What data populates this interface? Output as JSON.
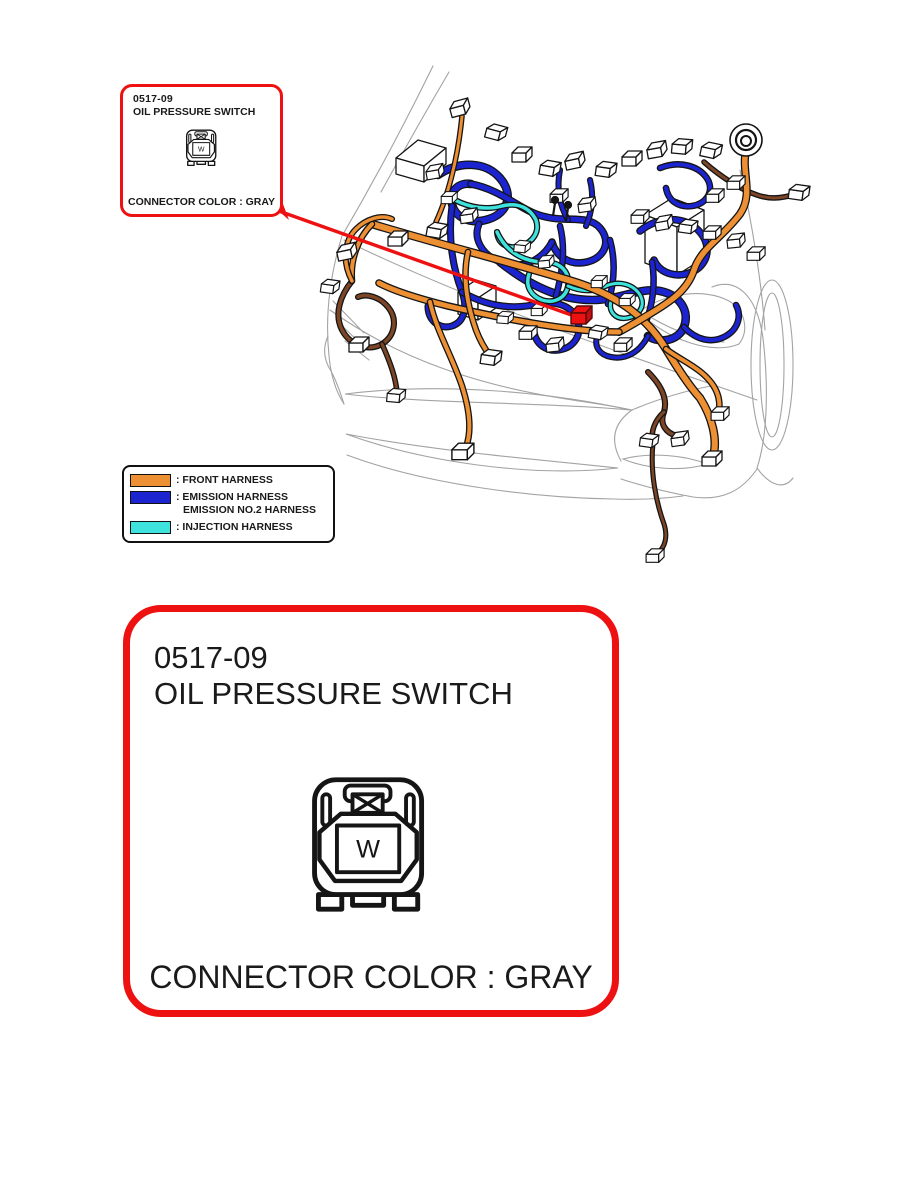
{
  "colors": {
    "highlight_red": "#ee1111",
    "front_harness_orange": "#ed8f33",
    "emission_harness_blue": "#1c24cf",
    "injection_harness_cyan": "#3fe3de",
    "accessory_brown": "#7c4526",
    "car_outline_gray": "#a3a3a3",
    "text_black": "#1a1a1a"
  },
  "callout": {
    "code": "0517-09",
    "title": "OIL PRESSURE SWITCH",
    "connector_cavity_label": "W",
    "color_note": "CONNECTOR COLOR : GRAY"
  },
  "legend": {
    "items": [
      {
        "color_key": "front_harness_orange",
        "line1": ": FRONT HARNESS"
      },
      {
        "color_key": "emission_harness_blue",
        "line1": ": EMISSION HARNESS",
        "line2": "EMISSION NO.2 HARNESS"
      },
      {
        "color_key": "injection_harness_cyan",
        "line1": ": INJECTION HARNESS"
      }
    ]
  },
  "detail_panel": {
    "code": "0517-09",
    "title": "OIL PRESSURE SWITCH",
    "connector_cavity_label": "W",
    "color_note": "CONNECTOR COLOR : GRAY"
  }
}
